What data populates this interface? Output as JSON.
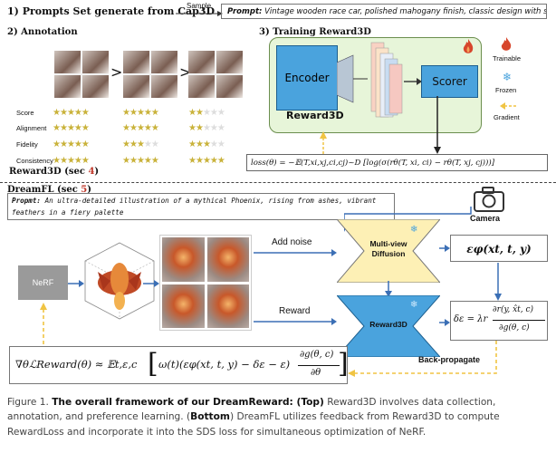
{
  "top": {
    "step1": "1) Prompts Set generate from Cap3D",
    "sample": "Sample",
    "prompt_label": "Prompt:",
    "prompt_text": "Vintage wooden race car, polished mahogany finish, classic design with spoked wheels",
    "step2": "2) Annotation",
    "step3": "3) Training Reward3D",
    "gt": ">",
    "rows": [
      {
        "label": "Score",
        "sets": [
          5,
          5,
          2
        ]
      },
      {
        "label": "Alignment",
        "sets": [
          5,
          5,
          2
        ]
      },
      {
        "label": "Fidelity",
        "sets": [
          5,
          3,
          3
        ]
      },
      {
        "label": "Consistency",
        "sets": [
          5,
          5,
          5
        ]
      }
    ],
    "reward_section": "Reward3D",
    "reward_sec_ref": "(sec ",
    "reward_sec_num": "4",
    "reward_sec_close": ")",
    "encoder": "Encoder",
    "scorer": "Scorer",
    "reward3d_label": "Reward3D",
    "legend": {
      "trainable": "Trainable",
      "frozen": "Frozen",
      "gradient": "Gradient"
    },
    "loss_eq": "loss(θ) = −𝔼(T,xi,xj,ci,cj)~D [log(σ(rθ(T, xi, ci) − rθ(T, xj, cj)))]"
  },
  "bottom": {
    "section": "DreamFL",
    "sec_ref": "(sec ",
    "sec_num": "5",
    "sec_close": ")",
    "prompt_label": "Propmt:",
    "prompt_text": "An ultra-detailed illustration of a mythical Phoenix, rising from ashes, vibrant feathers in a fiery palette",
    "camera": "Camera",
    "nerf": "NeRF",
    "add_noise": "Add noise",
    "reward": "Reward",
    "multiview_line1": "Multi-view",
    "multiview_line2": "Diffusion",
    "reward3d": "Reward3D",
    "eps_eq": "εφ(xt, t, y)",
    "delta_eq_left": "δε = λr",
    "delta_num": "∂r(y, x̂t, c)",
    "delta_den": "∂g(θ, c)",
    "grad_eq_left": "∇θℒReward(θ) ≈ 𝔼t,ε,c",
    "grad_eq_mid": "ω(t)(εφ(xt, t, y) − δε − ε)",
    "grad_num": "∂g(θ, c)",
    "grad_den": "∂θ",
    "backprop": "Back-propagate"
  },
  "caption": {
    "fig": "Figure 1.",
    "bold": "The overall framework of our DreamReward: (Top)",
    "t1": " Reward3D involves data collection, annotation, and preference learning. (",
    "bottom_word": "Bottom",
    "t2": ") DreamFL utilizes feedback from Reward3D to compute RewardLoss and incorporate it into the SDS loss for simultaneous optimization of NeRF."
  },
  "colors": {
    "blue_block": "#4aa3dd",
    "reward_bg": "#e7f5d9",
    "arrow_yellow": "#f0c443",
    "arrow_blue": "#3b6fb5",
    "fire": "#d7462c",
    "frozen": "#4aa3dd",
    "star": "#c9b23a"
  }
}
